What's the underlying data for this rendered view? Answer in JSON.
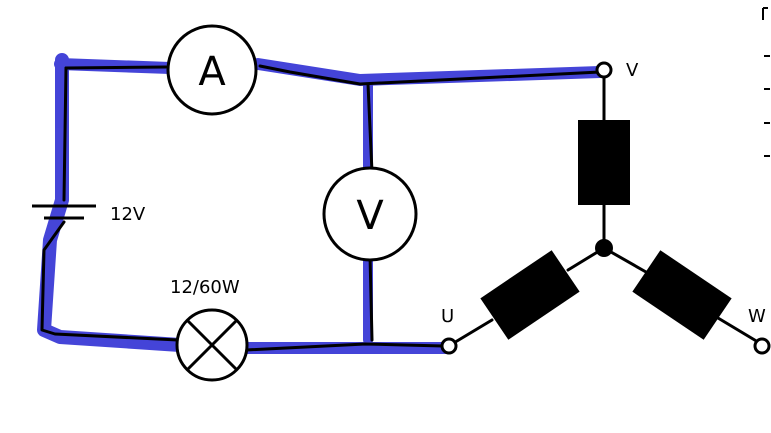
{
  "battery": {
    "label": "12V"
  },
  "ammeter": {
    "symbol": "A"
  },
  "voltmeter": {
    "symbol": "V"
  },
  "lamp": {
    "label": "12/60W"
  },
  "terminals": {
    "u": "U",
    "v": "V",
    "w": "W"
  },
  "colors": {
    "highlight": "#3b3bd6",
    "wire": "#000000",
    "component": "#000000",
    "background": "#ffffff"
  }
}
